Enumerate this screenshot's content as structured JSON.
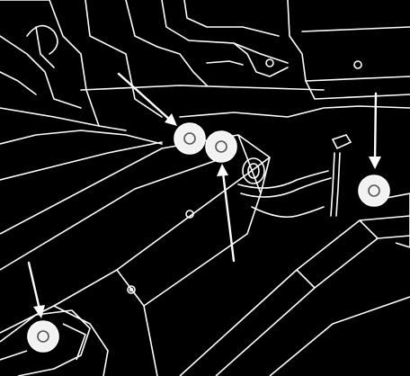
{
  "illustration": {
    "colors": {
      "background": "#000000",
      "line": "#ffffff",
      "highlight": "#f2f2f2"
    },
    "callouts": [
      {
        "id": "upper-left-bolt"
      },
      {
        "id": "center-bolt"
      },
      {
        "id": "right-bolt"
      },
      {
        "id": "lower-left-bolt"
      }
    ]
  }
}
